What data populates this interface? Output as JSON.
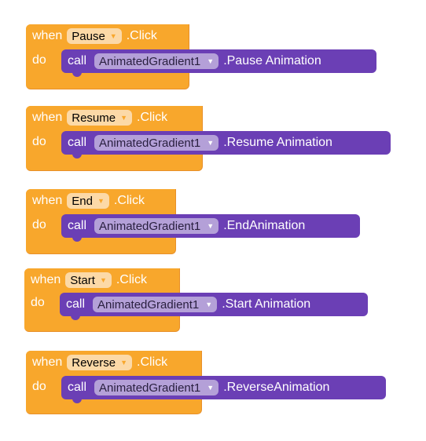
{
  "labels": {
    "when": "when",
    "do": "do",
    "call": "call",
    "click": ".Click"
  },
  "component": "AnimatedGradient1",
  "arrow": "▼",
  "blocks": [
    {
      "button": "Pause",
      "method": ".Pause Animation"
    },
    {
      "button": "Resume",
      "method": ".Resume Animation"
    },
    {
      "button": "End",
      "method": ".EndAnimation"
    },
    {
      "button": "Start",
      "method": ".Start Animation"
    },
    {
      "button": "Reverse",
      "method": ".ReverseAnimation"
    }
  ]
}
